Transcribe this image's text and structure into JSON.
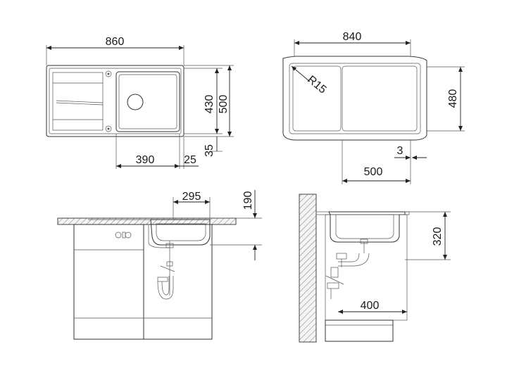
{
  "drawing": {
    "top_view": {
      "width_label": "860",
      "bowl_depth_label": "430",
      "depth_label": "500",
      "bowl_width_label": "390",
      "rim_label": "25",
      "edge_label": "35"
    },
    "cutout_view": {
      "width_label": "840",
      "depth_label": "480",
      "radius_label": "R15",
      "bowl_offset_label": "500",
      "gap_label": "3"
    },
    "front_view": {
      "offset_label": "295",
      "height_label": "190"
    },
    "side_view": {
      "height_label": "320",
      "cabinet_label": "400"
    }
  }
}
